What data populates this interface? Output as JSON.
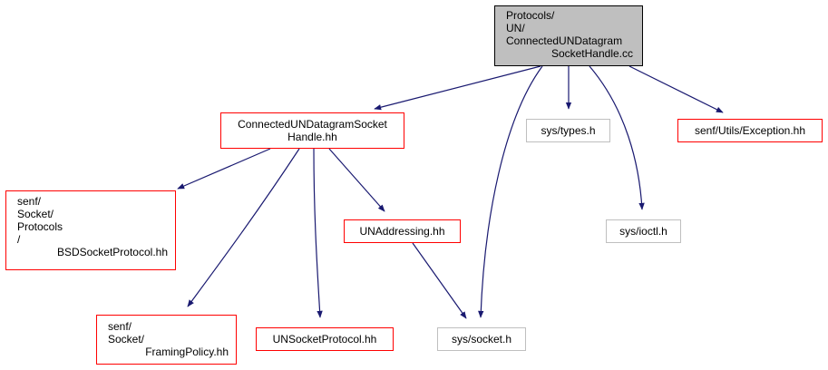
{
  "colors": {
    "edge": "#191970",
    "root_fill": "#bfbfbf",
    "root_border": "#000000",
    "documented_border": "#ff0000",
    "undocumented_border": "#bfbfbf"
  },
  "nodes": [
    {
      "id": "root",
      "lines": [
        "Protocols/",
        "UN/",
        "ConnectedUNDatagram",
        "SocketHandle.cc"
      ],
      "kind": "root"
    },
    {
      "id": "connected-hh",
      "lines": [
        "ConnectedUNDatagramSocket",
        "Handle.hh"
      ],
      "kind": "documented"
    },
    {
      "id": "sys-types",
      "lines": [
        "sys/types.h"
      ],
      "kind": "undocumented"
    },
    {
      "id": "exception-hh",
      "lines": [
        "senf/Utils/Exception.hh"
      ],
      "kind": "documented"
    },
    {
      "id": "bsd-protocol",
      "lines": [
        "senf/",
        "Socket/",
        "Protocols",
        "/",
        "BSDSocketProtocol.hh"
      ],
      "kind": "documented"
    },
    {
      "id": "unaddressing",
      "lines": [
        "UNAddressing.hh"
      ],
      "kind": "documented"
    },
    {
      "id": "sys-ioctl",
      "lines": [
        "sys/ioctl.h"
      ],
      "kind": "undocumented"
    },
    {
      "id": "framing-policy",
      "lines": [
        "senf/",
        "Socket/",
        "FramingPolicy.hh"
      ],
      "kind": "documented"
    },
    {
      "id": "unsocket-protocol",
      "lines": [
        "UNSocketProtocol.hh"
      ],
      "kind": "documented"
    },
    {
      "id": "sys-socket",
      "lines": [
        "sys/socket.h"
      ],
      "kind": "undocumented"
    }
  ],
  "edges": [
    {
      "from": "root",
      "to": "connected-hh"
    },
    {
      "from": "root",
      "to": "sys-socket"
    },
    {
      "from": "root",
      "to": "sys-types"
    },
    {
      "from": "root",
      "to": "sys-ioctl"
    },
    {
      "from": "root",
      "to": "exception-hh"
    },
    {
      "from": "connected-hh",
      "to": "bsd-protocol"
    },
    {
      "from": "connected-hh",
      "to": "framing-policy"
    },
    {
      "from": "connected-hh",
      "to": "unsocket-protocol"
    },
    {
      "from": "connected-hh",
      "to": "unaddressing"
    },
    {
      "from": "unaddressing",
      "to": "sys-socket"
    }
  ]
}
